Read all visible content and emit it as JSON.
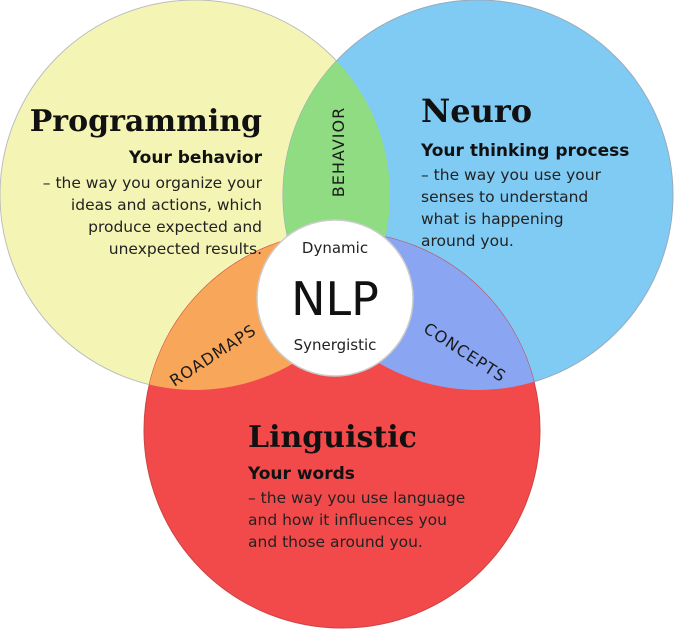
{
  "colors": {
    "programming": "#f4f5b5",
    "neuro": "#7fcbf4",
    "linguistic": "#f24a4a",
    "behavior_overlap": "#8fdc82",
    "roadmaps_overlap": "#f7a65a",
    "concepts_overlap": "#8aa6f2",
    "center": "#ffffff"
  },
  "programming": {
    "title": "Programming",
    "subtitle": "Your behavior",
    "lines": [
      "– the way you organize your",
      "ideas and actions, which",
      "produce expected and",
      "unexpected results."
    ]
  },
  "neuro": {
    "title": "Neuro",
    "subtitle": "Your thinking process",
    "lines": [
      "– the way you use your",
      "senses to understand",
      "what is happening",
      "around you."
    ]
  },
  "linguistic": {
    "title": "Linguistic",
    "subtitle": "Your words",
    "lines": [
      "– the way you use language",
      "and how it influences you",
      "and those around you."
    ]
  },
  "overlaps": {
    "behavior": "BEHAVIOR",
    "roadmaps": "ROADMAPS",
    "concepts": "CONCEPTS"
  },
  "center": {
    "top": "Dynamic",
    "main": "NLP",
    "bottom": "Synergistic"
  }
}
